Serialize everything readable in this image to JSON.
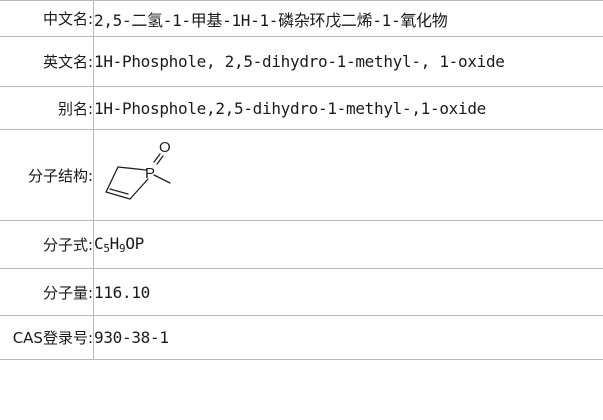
{
  "rows": {
    "chinese_name": {
      "label": "中文名:",
      "value": "2,5-二氢-1-甲基-1H-1-磷杂环戊二烯-1-氧化物"
    },
    "english_name": {
      "label": "英文名:",
      "value": "1H-Phosphole, 2,5-dihydro-1-methyl-, 1-oxide"
    },
    "alias": {
      "label": "别名:",
      "value": "1H-Phosphole,2,5-dihydro-1-methyl-,1-oxide"
    },
    "structure": {
      "label": "分子结构:",
      "atom_p": "P",
      "atom_o": "O"
    },
    "formula": {
      "label": "分子式:",
      "c": "C",
      "c_n": "5",
      "h": "H",
      "h_n": "9",
      "rest": "OP"
    },
    "weight": {
      "label": "分子量:",
      "value": "116.10"
    },
    "cas": {
      "label": "CAS登录号:",
      "value": "930-38-1"
    }
  }
}
